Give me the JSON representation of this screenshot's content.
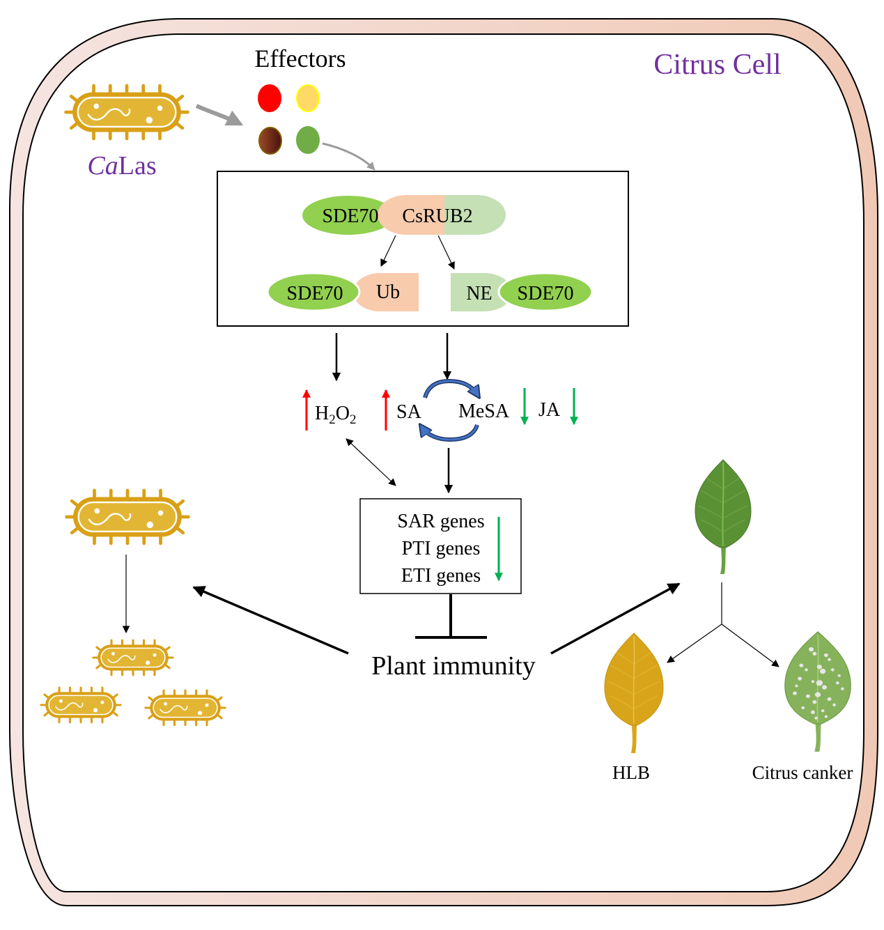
{
  "diagram": {
    "cell_label": "Citrus Cell",
    "pathogen": {
      "label_italic": "Ca",
      "label_rest": "Las",
      "icon": "bacterium-icon"
    },
    "effectors": {
      "title": "Effectors",
      "dots": [
        {
          "name": "effector-red",
          "color": "#ff0000",
          "stroke": "#ff0000"
        },
        {
          "name": "effector-yellow",
          "color": "#ffd966",
          "stroke": "#ffff00"
        },
        {
          "name": "effector-brown",
          "color": "#843c0c",
          "stroke": "#7f6000",
          "gradient_to": "#4a1210"
        },
        {
          "name": "effector-green",
          "color": "#70ad47",
          "stroke": "#70ad47"
        }
      ]
    },
    "complex_box": {
      "top": {
        "partner": "SDE70",
        "target": "CsRUB2"
      },
      "left_product": {
        "partner": "SDE70",
        "domain": "Ub"
      },
      "right_product": {
        "domain": "NE",
        "partner": "SDE70"
      }
    },
    "signals": {
      "h2o2": {
        "base1": "H",
        "sub1": "2",
        "base2": "O",
        "sub2": "2",
        "direction": "up"
      },
      "sa": {
        "label": "SA",
        "direction": "up"
      },
      "mesa": {
        "label": "MeSA",
        "direction": "down"
      },
      "ja": {
        "label": "JA",
        "direction": "down"
      }
    },
    "genes_box": {
      "lines": [
        "SAR genes",
        "PTI genes",
        "ETI genes"
      ],
      "direction": "down"
    },
    "immunity_label": "Plant immunity",
    "outcomes": [
      {
        "label": "HLB",
        "leaf": "yellow-leaf"
      },
      {
        "label": "Citrus canker",
        "leaf": "canker-leaf"
      }
    ],
    "colors": {
      "membrane_left": "#f5e4e1",
      "membrane_right": "#f0c9b5",
      "bacterium": "#d9a017",
      "bacterium_fill": "#e2b634",
      "sde70": "#92d050",
      "csrub2_left": "#f8cbad",
      "csrub2_right": "#c5e0b4",
      "up_arrow": "#ff0000",
      "down_arrow": "#00b050",
      "cycle_arrow": "#2f5597",
      "purple_text": "#7030a0",
      "healthy_leaf": "#5b9135",
      "hlb_leaf": "#d8a51a",
      "canker_leaf": "#86b25c"
    }
  }
}
